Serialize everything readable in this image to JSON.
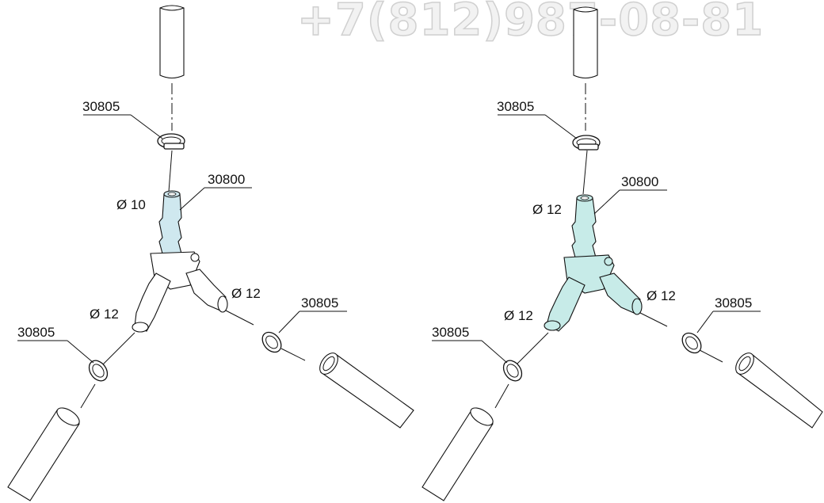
{
  "watermark": "+7(812)987-08-81",
  "colors": {
    "left_fitting": "#cfe8ef",
    "right_fitting": "#c7ebe8",
    "body_fill": "#ffffff"
  },
  "diagrams": [
    {
      "fitting_label": "30800",
      "clamp_top": "30805",
      "clamp_left": "30805",
      "clamp_right": "30805",
      "dia_top": "Ø 10",
      "dia_left": "Ø 12",
      "dia_right": "Ø 12"
    },
    {
      "fitting_label": "30800",
      "clamp_top": "30805",
      "clamp_left": "30805",
      "clamp_right": "30805",
      "dia_top": "Ø 12",
      "dia_left": "Ø 12",
      "dia_right": "Ø 12"
    }
  ]
}
